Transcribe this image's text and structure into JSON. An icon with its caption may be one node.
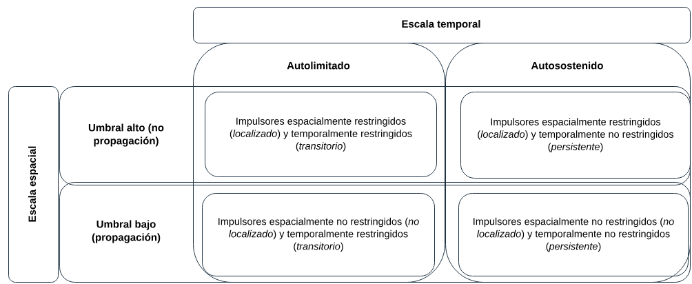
{
  "diagram": {
    "nodes": [
      {
        "text": [
          "Escala temporal"
        ]
      },
      {
        "text": [
          "Autolimitado"
        ]
      },
      {
        "text": [
          "Autosostenido"
        ]
      },
      {
        "text": [
          "Escala espacial"
        ]
      },
      {
        "text": [
          "Umbral alto (no propagación)"
        ]
      },
      {
        "text": [
          "Umbral bajo (propagación)"
        ]
      },
      {
        "text": [
          "Impulsores espacialmente restringidos (*localizado*) y temporalmente restringidos (*transitorio*)"
        ]
      },
      {
        "text": [
          "Impulsores espacialmente restringidos (*localizado*) y temporalmente no restringidos (*persistente*)"
        ]
      },
      {
        "text": [
          "Impulsores espacialmente no restringidos (*no localizado*) y temporalmente restringidos (*transitorio*)"
        ]
      },
      {
        "text": [
          "Impulsores espacialmente no restringidos (*no localizado*) y temporalmente no restringidos (*persistente*)"
        ]
      }
    ]
  }
}
